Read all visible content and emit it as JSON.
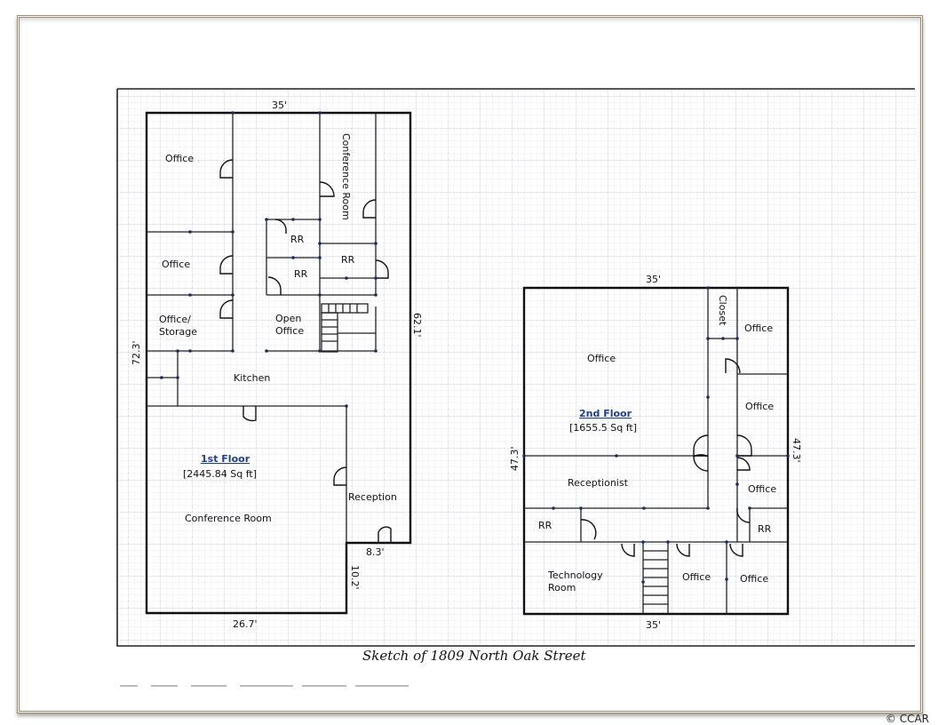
{
  "caption": "Sketch of 1809 North Oak Street",
  "copyright": "© CCAR",
  "first_floor": {
    "title": "1st Floor",
    "area": "[2445.84 Sq ft]",
    "dimensions": {
      "top": "35'",
      "left": "72.3'",
      "right": "62.1'",
      "bottom": "26.7'",
      "reception_bottom": "8.3'",
      "step": "10.2'"
    },
    "rooms": [
      "Office",
      "Office",
      "Office/",
      "Storage",
      "Conference Room",
      "RR",
      "RR",
      "RR",
      "Open",
      "Office",
      "Kitchen",
      "Conference Room",
      "Reception"
    ]
  },
  "second_floor": {
    "title": "2nd Floor",
    "area": "[1655.5 Sq ft]",
    "dimensions": {
      "top": "35'",
      "bottom": "35'",
      "left": "47.3'",
      "right": "47.3'"
    },
    "rooms": [
      "Office",
      "Closet",
      "Office",
      "Office",
      "Receptionist",
      "Office",
      "RR",
      "RR",
      "Technology",
      "Room",
      "Office",
      "Office"
    ]
  },
  "colors": {
    "frame": "#9b8a6e",
    "title": "#1e3f8a",
    "grid": "#c9cfe0"
  }
}
